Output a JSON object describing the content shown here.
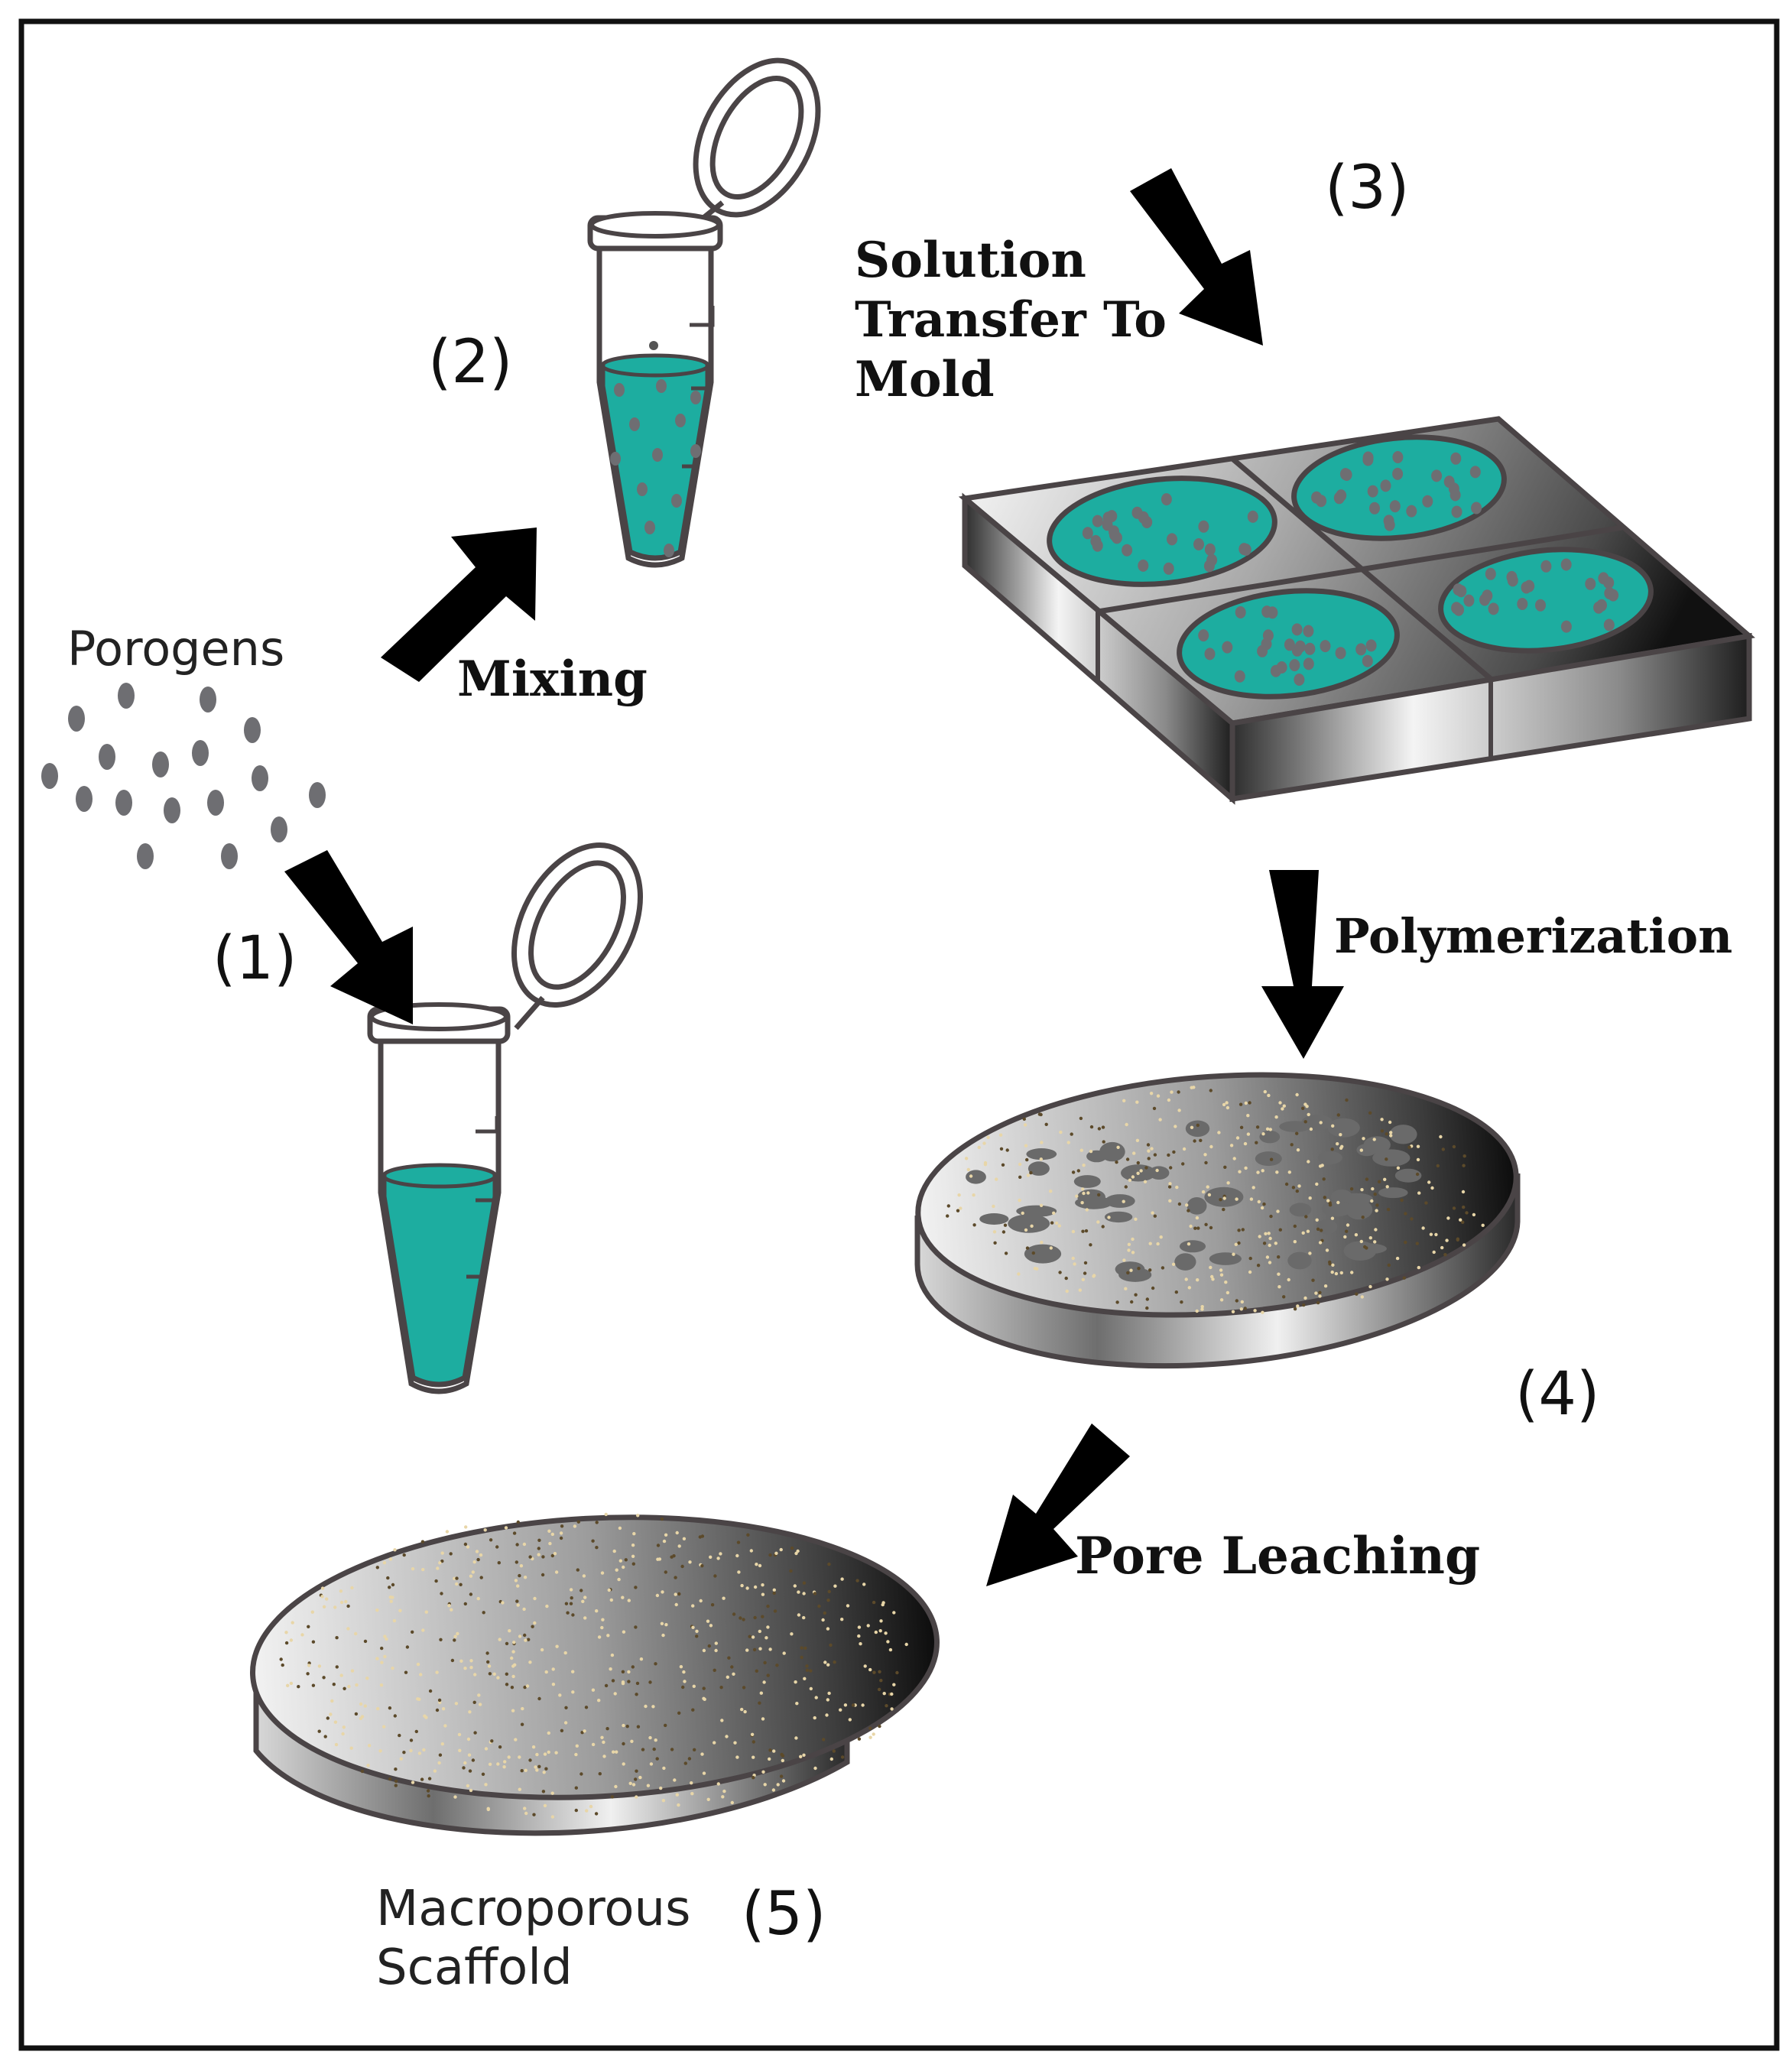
{
  "labels": {
    "porogens": "Porogens",
    "mixing": "Mixing",
    "solution_line1": "Solution",
    "solution_line2": "Transfer To",
    "solution_line3": "Mold",
    "polymerization": "Polymerization",
    "pore_leaching": "Pore Leaching",
    "scaffold_line1": "Macroporous",
    "scaffold_line2": "Scaffold"
  },
  "steps": {
    "step1": "(1)",
    "step2": "(2)",
    "step3": "(3)",
    "step4": "(4)",
    "step5": "(5)"
  },
  "colors": {
    "liquid": "#1dada0",
    "outline": "#4a4446",
    "porogen": "#6e6e72",
    "arrow": "#000000",
    "speckle_light": "#e8d6a8",
    "speckle_dark": "#5c4a2a"
  }
}
